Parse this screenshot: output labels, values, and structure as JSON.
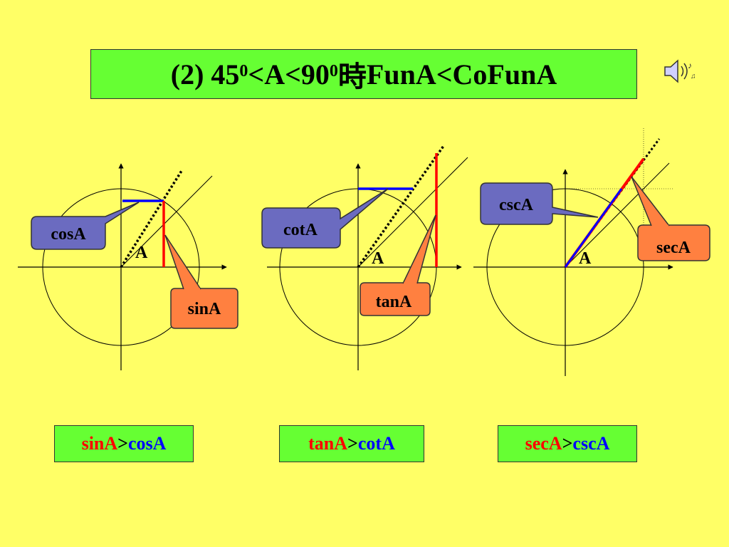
{
  "title": {
    "prefix": "(2) 45",
    "sup1": "0",
    "middle": "<A<90",
    "sup2": "0",
    "cjk": " 時 ",
    "suffix": "FunA<CoFunA"
  },
  "panels": [
    {
      "callout_blue": "cosA",
      "callout_orange": "sinA",
      "angle_label": "A"
    },
    {
      "callout_blue": "cotA",
      "callout_orange": "tanA",
      "angle_label": "A"
    },
    {
      "callout_blue": "cscA",
      "callout_orange": "secA",
      "angle_label": "A"
    }
  ],
  "answers": [
    {
      "left": "sinA",
      "op": ">",
      "right": "cosA"
    },
    {
      "left": "tanA",
      "op": ">",
      "right": "cotA"
    },
    {
      "left": "secA",
      "op": ">",
      "right": "cscA"
    }
  ],
  "colors": {
    "background": "#ffff66",
    "box_green": "#66ff33",
    "callout_blue": "#6b6bc0",
    "callout_orange": "#ff8040",
    "red": "#ff0000",
    "blue": "#0000ff"
  },
  "icons": {
    "speaker": "speaker-icon"
  }
}
